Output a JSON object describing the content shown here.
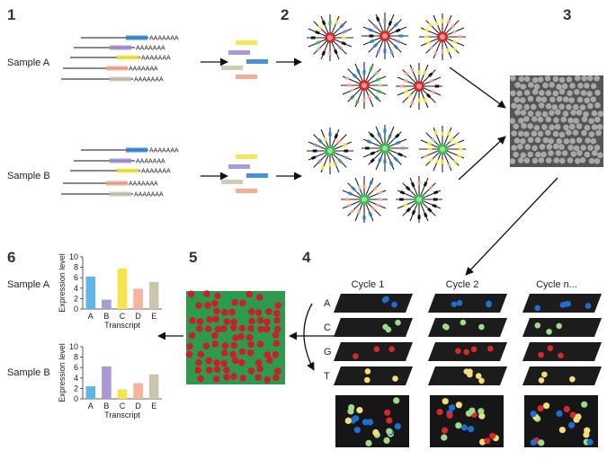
{
  "steps": [
    "1",
    "2",
    "3",
    "4",
    "5",
    "6"
  ],
  "samples": [
    "Sample A",
    "Sample B"
  ],
  "poly_a": "AAAAAAA",
  "colors": {
    "blue": "#2a7fd0",
    "purple": "#9b8ad0",
    "yellow": "#f2e43a",
    "salmon": "#f4a08a",
    "tan": "#c9c2a8",
    "red": "#d42a2a",
    "green": "#3db852",
    "field_green": "#2e9a4e",
    "spot_yellow": "#f3de7a",
    "spot_green": "#9fdc8a",
    "spot_blue": "#1f6fd0"
  },
  "cycles": [
    "Cycle 1",
    "Cycle 2",
    "Cycle n..."
  ],
  "bases": [
    "A",
    "C",
    "G",
    "T"
  ],
  "expression_axis": {
    "ylabel": "Expression level",
    "xlabel": "Transcript"
  },
  "chart_data": [
    {
      "type": "bar",
      "title": "Sample A",
      "categories": [
        "A",
        "B",
        "C",
        "D",
        "E"
      ],
      "values": [
        6.2,
        1.8,
        7.8,
        3.9,
        5.2
      ],
      "ylim": [
        0,
        10
      ],
      "yticks": [
        0,
        2,
        4,
        6,
        8,
        10
      ],
      "xlabel": "Transcript",
      "ylabel": "Expression level",
      "bar_colors": [
        "#5fb6e6",
        "#a99ad6",
        "#f5e54a",
        "#f6b49c",
        "#ccc5ad"
      ]
    },
    {
      "type": "bar",
      "title": "Sample B",
      "categories": [
        "A",
        "B",
        "C",
        "D",
        "E"
      ],
      "values": [
        2.4,
        6.2,
        1.8,
        3.0,
        4.7
      ],
      "ylim": [
        0,
        10
      ],
      "yticks": [
        0,
        2,
        4,
        6,
        8,
        10
      ],
      "xlabel": "Transcript",
      "ylabel": "Expression level",
      "bar_colors": [
        "#5fb6e6",
        "#a99ad6",
        "#f5e54a",
        "#f6b49c",
        "#ccc5ad"
      ]
    }
  ]
}
